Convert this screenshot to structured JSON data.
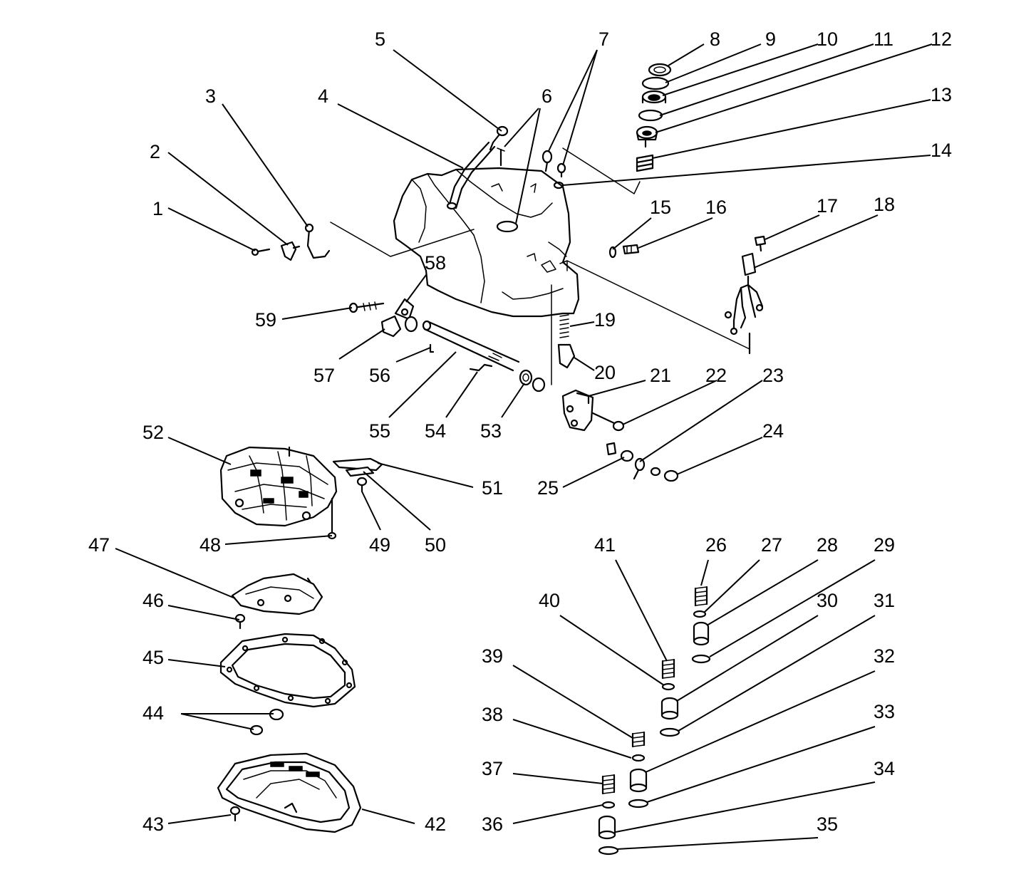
{
  "callouts": {
    "c1": "1",
    "c2": "2",
    "c3": "3",
    "c4": "4",
    "c5": "5",
    "c6": "6",
    "c7": "7",
    "c8": "8",
    "c9": "9",
    "c10": "10",
    "c11": "11",
    "c12": "12",
    "c13": "13",
    "c14": "14",
    "c15": "15",
    "c16": "16",
    "c17": "17",
    "c18": "18",
    "c19": "19",
    "c20": "20",
    "c21": "21",
    "c22": "22",
    "c23": "23",
    "c24": "24",
    "c25": "25",
    "c26": "26",
    "c27": "27",
    "c28": "28",
    "c29": "29",
    "c30": "30",
    "c31": "31",
    "c32": "32",
    "c33": "33",
    "c34": "34",
    "c35": "35",
    "c36": "36",
    "c37": "37",
    "c38": "38",
    "c39": "39",
    "c40": "40",
    "c41": "41",
    "c42": "42",
    "c43": "43",
    "c44": "44",
    "c45": "45",
    "c46": "46",
    "c47": "47",
    "c48": "48",
    "c49": "49",
    "c50": "50",
    "c51": "51",
    "c52": "52",
    "c53": "53",
    "c54": "54",
    "c55": "55",
    "c56": "56",
    "c57": "57",
    "c58": "58",
    "c59": "59"
  }
}
